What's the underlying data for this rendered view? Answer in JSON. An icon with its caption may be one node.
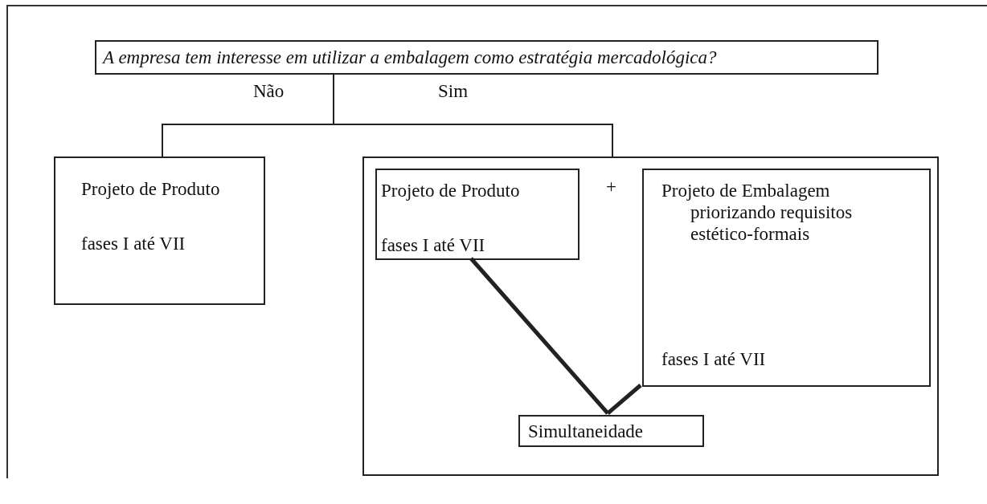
{
  "diagram": {
    "nodes": [
      {
        "text": [
          "A empresa tem interesse em utilizar a embalagem como estratégia mercadológica?"
        ]
      },
      {
        "text": [
          "Projeto de Produto",
          "fases I até VII"
        ]
      },
      {
        "text": [],
        "shape": "box"
      },
      {
        "text": [
          "Projeto de Produto",
          "fases I até VII"
        ],
        "in": 2
      },
      {
        "text": [
          "Projeto de Embalagem priorizando requisitos estético-formais",
          "fases I até VII"
        ],
        "in": 2
      },
      {
        "text": [
          "Simultaneidade"
        ],
        "in": 2
      }
    ],
    "edges": [
      {
        "from": 0,
        "to": 1,
        "arrow": "none",
        "label": "Não"
      },
      {
        "from": 0,
        "to": 2,
        "arrow": "none",
        "label": "Sim"
      },
      {
        "from": 3,
        "to": 5,
        "arrow": "none",
        "style": "thick"
      },
      {
        "from": 4,
        "to": 5,
        "arrow": "none",
        "style": "thick"
      }
    ],
    "labels": [
      "+"
    ]
  }
}
